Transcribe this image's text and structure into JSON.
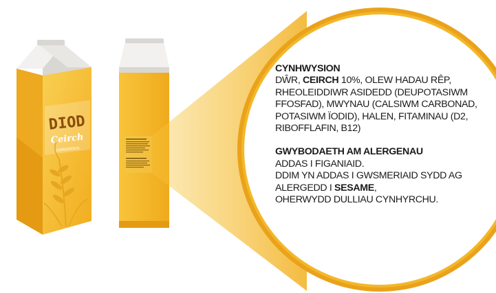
{
  "colors": {
    "carton_main": "#f5b724",
    "carton_light": "#f9cf52",
    "carton_dark": "#e49a12",
    "carton_top": "#f2f1ef",
    "carton_top_shade": "#d9d7d3",
    "cap": "#f6be2c",
    "cap_dark": "#d99314",
    "brand_panel": "#ffffff",
    "brand_text": "#c47a0f",
    "magnifier_fill": "#ffffff",
    "magnifier_ring": "#eaa21b",
    "text": "#1a1a1a"
  },
  "brand": {
    "title": "DIOD",
    "subtitle": "Ceirch",
    "tagline": "GWREIDDIOL"
  },
  "icons": {
    "carton_front": "milk-carton-front-icon",
    "carton_back": "milk-carton-back-icon",
    "oat_plant": "oat-stalk-icon",
    "magnifier": "magnifier-lens-icon"
  },
  "ingredients": {
    "heading": "CYNHWYSION",
    "intro": "DŴR, ",
    "highlight": "CEIRCH",
    "rest": " 10%, OLEW HADAU RÊP, RHEOLEIDDIWR ASIDEDD (DEUPOTASIWM FFOSFAD), MWYNAU (CALSIWM CARBONAD, POTASIWM ÏODID), HALEN, FITAMINAU (D2, RIBOFFLAFIN, B12)"
  },
  "allergens": {
    "heading": "GWYBODAETH AM ALERGENAU",
    "line1": "ADDAS I FIGANIAID.",
    "line2_pre": "DDIM YN ADDAS I GWSMERIAID SYDD AG ALERGEDD I ",
    "highlight": "SESAME",
    "line2_post": ",",
    "line3": "OHERWYDD DULLIAU CYNHYRCHU."
  }
}
